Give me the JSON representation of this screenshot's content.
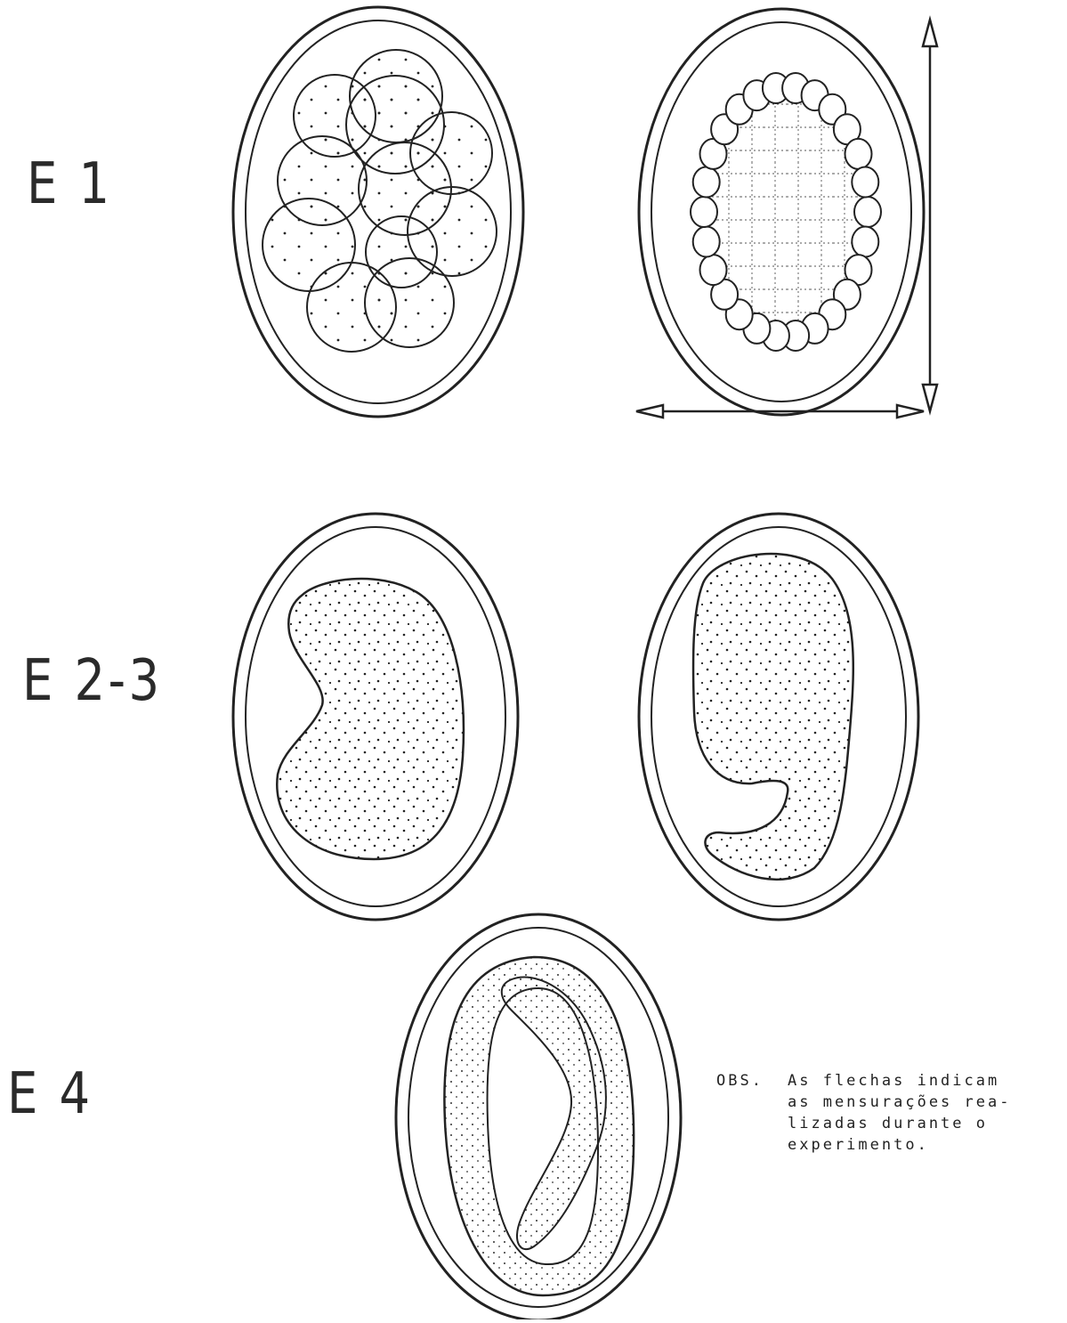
{
  "labels": {
    "e1": "E 1",
    "e2_3": "E 2-3",
    "e4": "E 4"
  },
  "note": {
    "prefix": "OBS.",
    "lines": [
      "As  flechas  indicam",
      "as mensurações  rea-",
      "lizadas  durante   o",
      "experimento."
    ]
  },
  "colors": {
    "ink": "#222222",
    "background": "#ffffff"
  }
}
